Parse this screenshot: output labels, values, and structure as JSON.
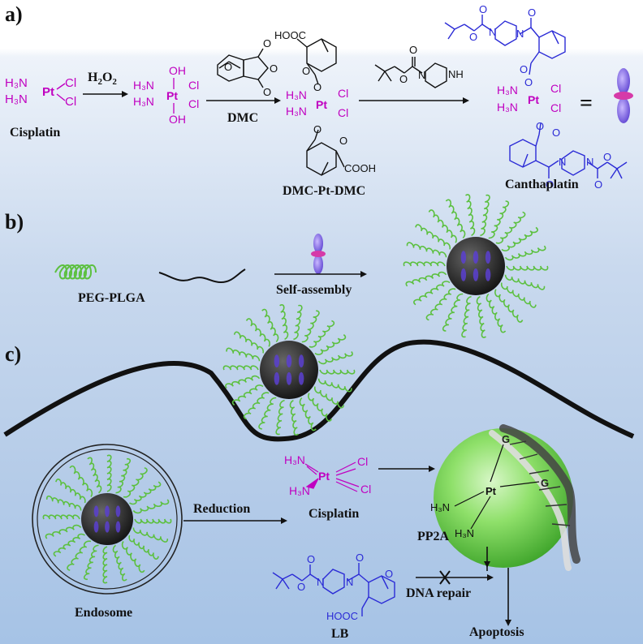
{
  "panels": {
    "a": "a)",
    "b": "b)",
    "c": "c)"
  },
  "panel_a": {
    "cisplatin_name": "Cisplatin",
    "reagent_h2o2": "H",
    "reagent_h2o2_sub1": "2",
    "reagent_h2o2_mid": "O",
    "reagent_h2o2_sub2": "2",
    "dmc_label": "DMC",
    "dmc_pt_dmc_label": "DMC-Pt-DMC",
    "canthaplatin_label": "Canthaplatin",
    "equals": "="
  },
  "panel_b": {
    "polymer_label": "PEG-PLGA",
    "process_label": "Self-assembly"
  },
  "panel_c": {
    "reduction_label": "Reduction",
    "cisplatin_label": "Cisplatin",
    "endosome_label": "Endosome",
    "lb_label": "LB",
    "pp2a_label": "PP2A",
    "dna_repair_label": "DNA repair",
    "apoptosis_label": "Apoptosis"
  },
  "atoms": {
    "h3n": "H₃N",
    "cl": "Cl",
    "pt": "Pt",
    "oh": "OH",
    "o": "O",
    "nh": "NH",
    "n": "N",
    "hooc": "HOOC",
    "cooh": "COOH",
    "g": "G"
  },
  "colors": {
    "magenta": "#c000c0",
    "blue": "#2b2bd6",
    "green": "#5cc040",
    "sphere_green": "#7ed957",
    "black": "#111111"
  }
}
